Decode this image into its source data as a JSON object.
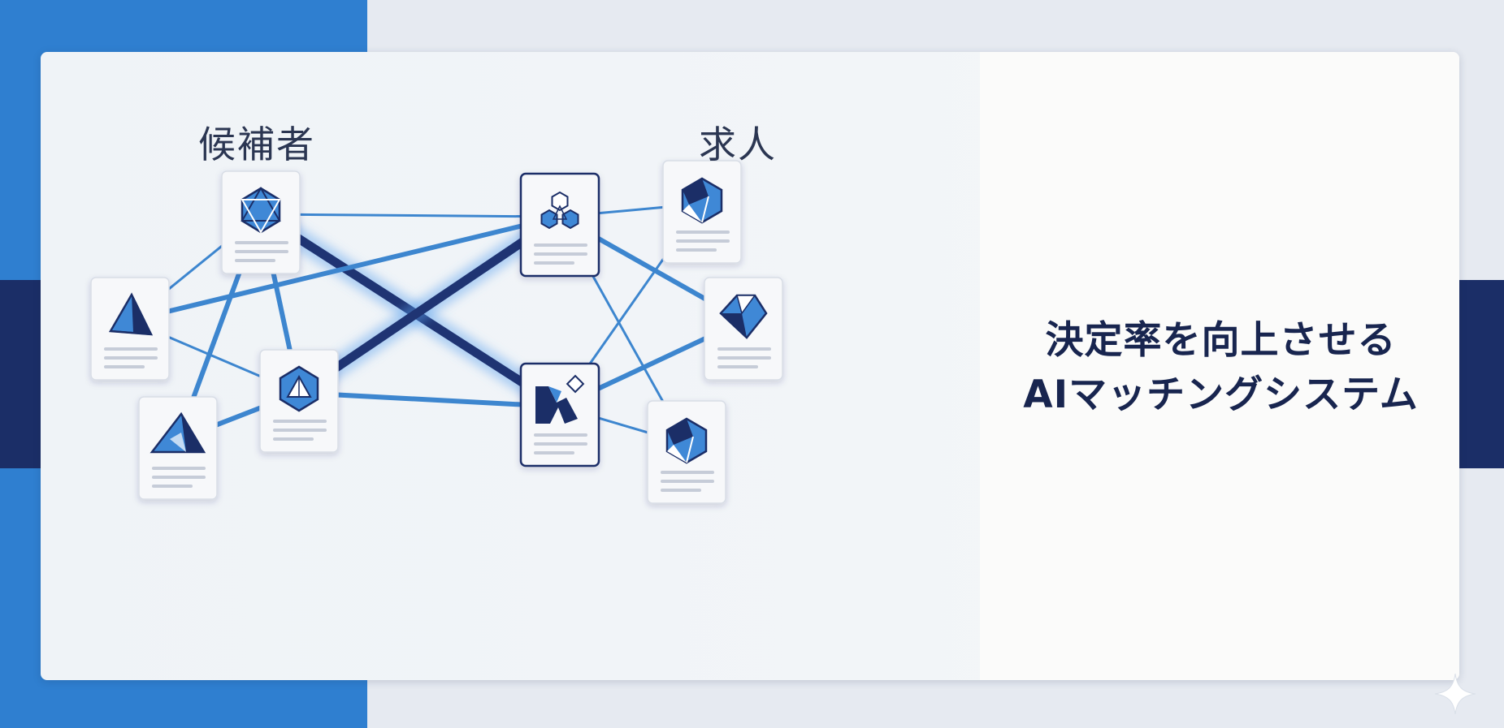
{
  "labels": {
    "candidates": "候補者",
    "jobs": "求人"
  },
  "headline": {
    "line1": "決定率を向上させる",
    "line2": "AIマッチングシステム"
  },
  "candidates": [
    {
      "id": "c1",
      "icon": "hexagon-star-icon"
    },
    {
      "id": "c2",
      "icon": "pyramid-icon"
    },
    {
      "id": "c3",
      "icon": "hexagon-triangle-icon"
    },
    {
      "id": "c4",
      "icon": "triangle-icon"
    }
  ],
  "jobs": [
    {
      "id": "j1",
      "icon": "hex-cluster-icon"
    },
    {
      "id": "j2",
      "icon": "cube-icon"
    },
    {
      "id": "j3",
      "icon": "diamond-icon"
    },
    {
      "id": "j4",
      "icon": "abstract-shape-icon"
    },
    {
      "id": "j5",
      "icon": "cube-icon"
    }
  ],
  "connections": [
    {
      "from": "c1",
      "to": "j1",
      "strength": "weak"
    },
    {
      "from": "c1",
      "to": "j4",
      "strength": "strong"
    },
    {
      "from": "c1",
      "to": "c2",
      "strength": "weak"
    },
    {
      "from": "c1",
      "to": "c3",
      "strength": "medium"
    },
    {
      "from": "c1",
      "to": "c4",
      "strength": "medium"
    },
    {
      "from": "c2",
      "to": "j1",
      "strength": "medium"
    },
    {
      "from": "c2",
      "to": "c3",
      "strength": "weak"
    },
    {
      "from": "c3",
      "to": "j1",
      "strength": "strong"
    },
    {
      "from": "c3",
      "to": "j4",
      "strength": "medium"
    },
    {
      "from": "c4",
      "to": "c3",
      "strength": "medium"
    },
    {
      "from": "j1",
      "to": "j2",
      "strength": "weak"
    },
    {
      "from": "j1",
      "to": "j3",
      "strength": "medium"
    },
    {
      "from": "j1",
      "to": "j5",
      "strength": "weak"
    },
    {
      "from": "j2",
      "to": "j4",
      "strength": "weak"
    },
    {
      "from": "j3",
      "to": "j4",
      "strength": "medium"
    },
    {
      "from": "j4",
      "to": "j5",
      "strength": "weak"
    }
  ],
  "colors": {
    "brand_blue": "#2f7fd0",
    "navy": "#1b2e67",
    "line_blue": "#3d86cf",
    "line_navy": "#1f3473"
  }
}
